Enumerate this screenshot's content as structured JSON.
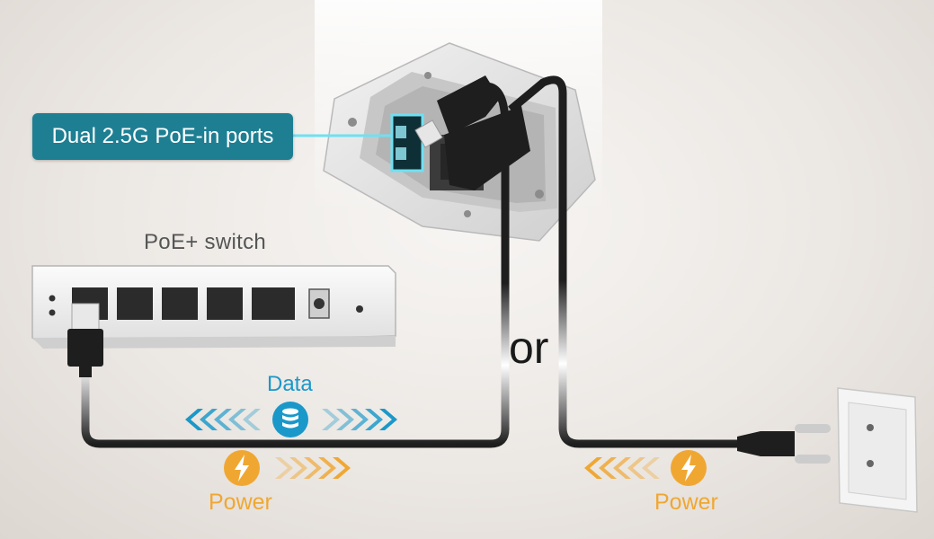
{
  "callout": {
    "text": "Dual 2.5G PoE-in ports"
  },
  "switch": {
    "label": "PoE+ switch",
    "port_count": 5
  },
  "connector": {
    "text": "or"
  },
  "data_flow": {
    "label": "Data",
    "icon": "database-icon",
    "color": "#1a98c9"
  },
  "power_flows": [
    {
      "label": "Power",
      "icon": "lightning-icon",
      "direction": "right"
    },
    {
      "label": "Power",
      "icon": "lightning-icon",
      "direction": "left"
    }
  ],
  "colors": {
    "callout": "#1e7f93",
    "data": "#1a98c9",
    "power": "#f0a732",
    "cable": "#1e1e1e"
  }
}
